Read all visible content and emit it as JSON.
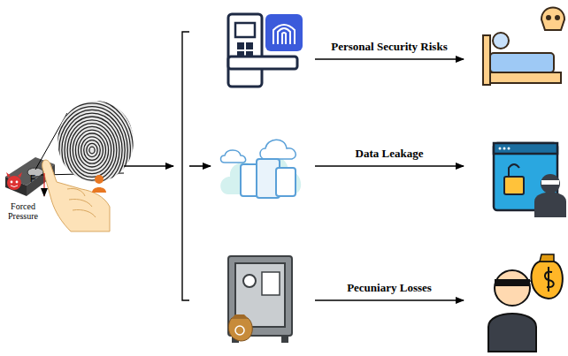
{
  "diagram": {
    "labels": [
      "F",
      "Forced Pressure",
      "Personal Security Risks",
      "Data Leakage",
      "Pecuniary Losses"
    ]
  }
}
